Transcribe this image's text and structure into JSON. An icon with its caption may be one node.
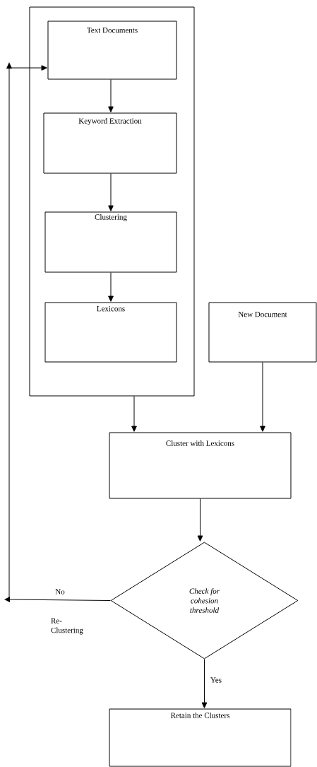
{
  "diagram": {
    "nodes": [
      {
        "text": [],
        "shape": "box"
      },
      {
        "text": [
          "Text Documents"
        ],
        "in": 0
      },
      {
        "text": [
          "Keyword Extraction"
        ],
        "in": 0
      },
      {
        "text": [
          "Clustering"
        ],
        "in": 0
      },
      {
        "text": [
          "Lexicons"
        ],
        "in": 0
      },
      {
        "text": [
          "New Document"
        ]
      },
      {
        "text": [
          "Cluster with Lexicons"
        ]
      },
      {
        "text": [
          "*Check for cohesion threshold*"
        ]
      },
      {
        "text": [
          "Retain the Clusters"
        ]
      }
    ],
    "edges": [
      {
        "from": 1,
        "to": 2,
        "arrow": "to"
      },
      {
        "from": 2,
        "to": 3,
        "arrow": "to"
      },
      {
        "from": 3,
        "to": 4,
        "arrow": "to"
      },
      {
        "from": 0,
        "to": 6,
        "arrow": "to"
      },
      {
        "from": 5,
        "to": 6,
        "arrow": "to"
      },
      {
        "from": 6,
        "to": 7,
        "arrow": "to"
      },
      {
        "from": 7,
        "to": 8,
        "arrow": "to",
        "label": "Yes"
      },
      {
        "from": 7,
        "to": 1,
        "arrow": "to",
        "label": "No"
      }
    ],
    "labels": [
      "Re- Clustering"
    ]
  }
}
